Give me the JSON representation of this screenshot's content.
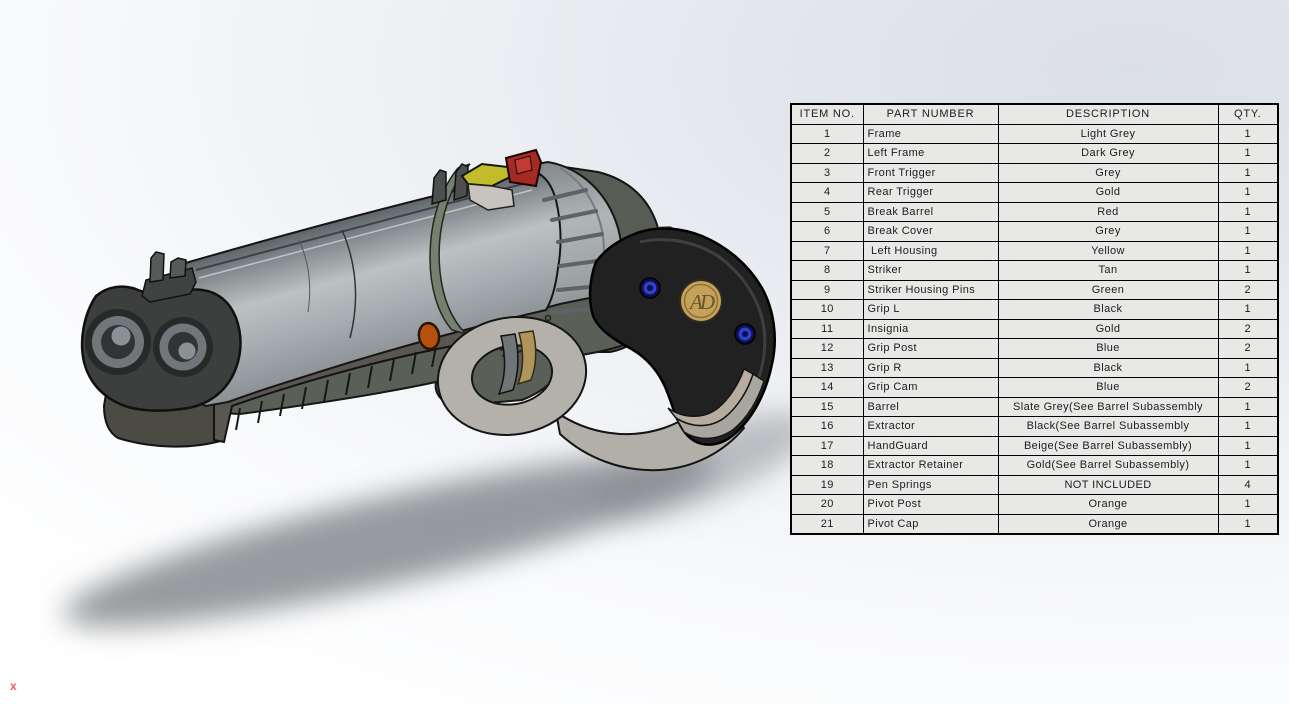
{
  "viewport": {
    "origin_marker": "x"
  },
  "model": {
    "insignia_text": "AD",
    "frame_logo_text": "AD",
    "colors": {
      "background_top_right": "#dcdfe7",
      "background_bottom_left": "#ffffff",
      "table_cell_fill": "#e8e8e7",
      "table_border": "#000000",
      "barrel_slate_grey": "#9da3a6",
      "break_cover_grey": "#a5abac",
      "frame_light_grey": "#b4b1ab",
      "left_frame_dark_grey": "#5a5f57",
      "handguard_beige_taupe": "#5a5750",
      "extractor_black": "#3c3f3d",
      "grip_black": "#212121",
      "insignia_gold": "#c3a25b",
      "grip_post_blue": "#2d3fd0",
      "break_barrel_red": "#a52a24",
      "left_housing_yellow": "#c2bc2b",
      "pivot_post_orange": "#b5500f",
      "rear_trigger_gold": "#b0955a",
      "front_trigger_grey": "#6f7579",
      "striker_tan": "#cfc9bd",
      "slot_gold": "#b3914e"
    }
  },
  "bom": {
    "columns": [
      "ITEM NO.",
      "PART NUMBER",
      "DESCRIPTION",
      "QTY."
    ],
    "rows": [
      [
        "1",
        "Frame",
        "Light Grey",
        "1"
      ],
      [
        "2",
        "Left Frame",
        "Dark Grey",
        "1"
      ],
      [
        "3",
        "Front Trigger",
        "Grey",
        "1"
      ],
      [
        "4",
        "Rear Trigger",
        "Gold",
        "1"
      ],
      [
        "5",
        "Break Barrel",
        "Red",
        "1"
      ],
      [
        "6",
        "Break Cover",
        "Grey",
        "1"
      ],
      [
        "7",
        " Left Housing",
        "Yellow",
        "1"
      ],
      [
        "8",
        "Striker",
        "Tan",
        "1"
      ],
      [
        "9",
        "Striker Housing Pins",
        "Green",
        "2"
      ],
      [
        "10",
        "Grip L",
        "Black",
        "1"
      ],
      [
        "11",
        "Insignia",
        "Gold",
        "2"
      ],
      [
        "12",
        "Grip Post",
        "Blue",
        "2"
      ],
      [
        "13",
        "Grip R",
        "Black",
        "1"
      ],
      [
        "14",
        "Grip Cam",
        "Blue",
        "2"
      ],
      [
        "15",
        "Barrel",
        "Slate Grey(See Barrel Subassembly",
        "1"
      ],
      [
        "16",
        "Extractor",
        "Black(See Barrel Subassembly",
        "1"
      ],
      [
        "17",
        "HandGuard",
        "Beige(See Barrel Subassembly)",
        "1"
      ],
      [
        "18",
        "Extractor Retainer",
        "Gold(See Barrel Subassembly)",
        "1"
      ],
      [
        "19",
        "Pen Springs",
        "NOT INCLUDED",
        "4"
      ],
      [
        "20",
        "Pivot Post",
        "Orange",
        "1"
      ],
      [
        "21",
        "Pivot Cap",
        "Orange",
        "1"
      ]
    ]
  }
}
